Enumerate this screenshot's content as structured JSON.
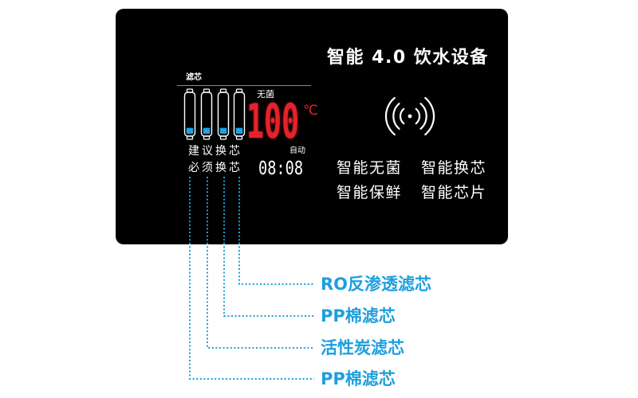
{
  "colors": {
    "page_bg": "#ffffff",
    "panel_bg": "#000000",
    "accent_blue": "#1e9fdc",
    "temperature_red": "#e5222b",
    "filter_fill_blue": "#1fa3e0"
  },
  "panel": {
    "title": "智能 4.0 饮水设备",
    "filter_section": {
      "label": "滤芯",
      "icon": "filter-cartridge-icon",
      "filter_levels": [
        0.15,
        0.15,
        0.15,
        0.15
      ],
      "notice_row1": "建议换芯",
      "notice_row2": "必须换芯"
    },
    "sterile_indicator": "无菌",
    "temperature": {
      "value": "100",
      "unit": "℃"
    },
    "mode_indicator": "自动",
    "clock": "08:08",
    "nfc_icon": "nfc-icon",
    "features": [
      "智能无菌",
      "智能换芯",
      "智能保鲜",
      "智能芯片"
    ]
  },
  "callouts": [
    "RO反渗透滤芯",
    "PP棉滤芯",
    "活性炭滤芯",
    "PP棉滤芯"
  ]
}
